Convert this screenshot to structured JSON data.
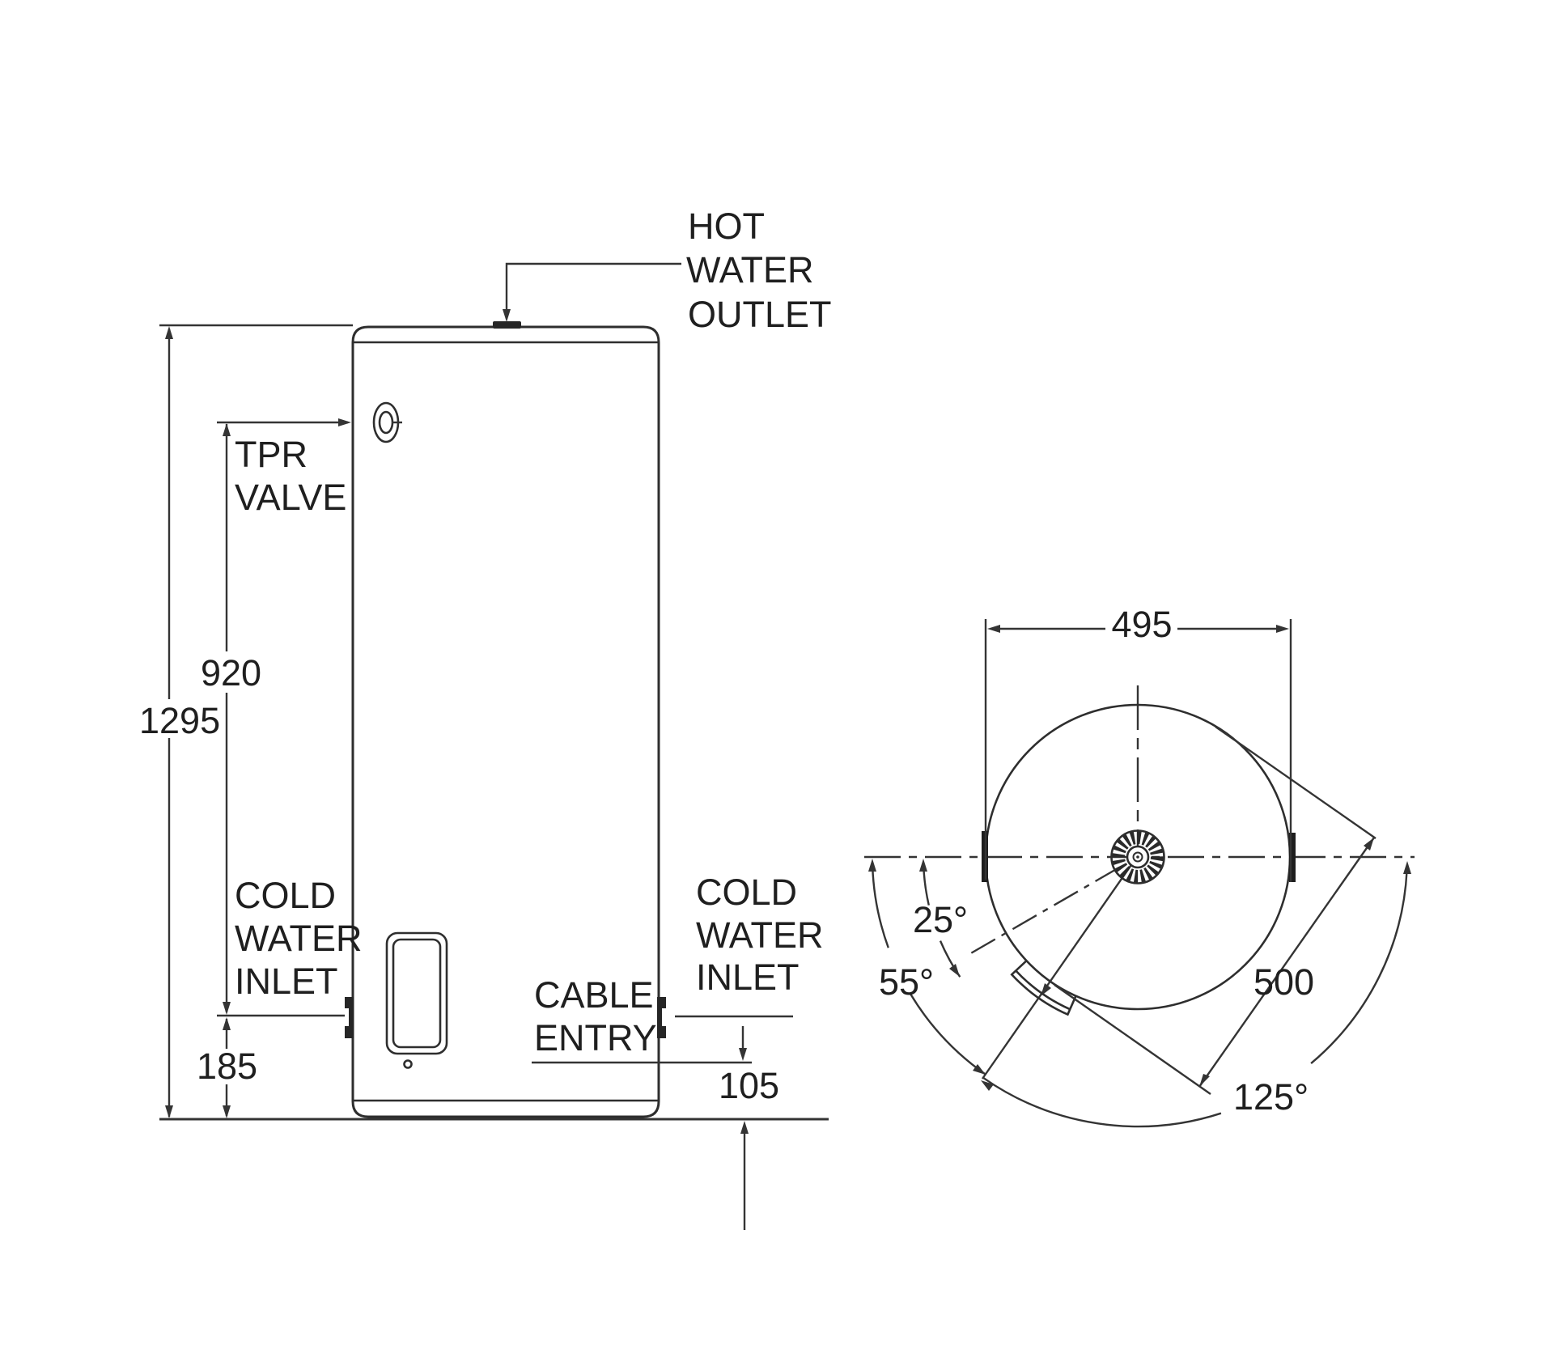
{
  "drawing": {
    "kind": "water-heater dimension diagram",
    "background": "#ffffff",
    "line_color": "#2e2e2e",
    "text_color": "#1f1f1f"
  },
  "side_view": {
    "labels": {
      "hot_water_outlet": [
        "HOT",
        "WATER",
        "OUTLET"
      ],
      "tpr_valve": [
        "TPR",
        "VALVE"
      ],
      "cold_water_inlet_left": [
        "COLD",
        "WATER",
        "INLET"
      ],
      "cold_water_inlet_right": [
        "COLD",
        "WATER",
        "INLET"
      ],
      "cable_entry": [
        "CABLE",
        "ENTRY"
      ]
    },
    "dimensions": {
      "overall_height": "1295",
      "tpr_valve_height": "920",
      "inlet_height": "185",
      "cable_entry_height": "105"
    },
    "icons": {
      "tpr_valve_icon": "concentric-ellipses",
      "element_access_panel_icon": "rounded-rectangle",
      "inlet_fitting_icon": "wall-nipple",
      "hot_water_outlet_icon": "top-boss"
    }
  },
  "top_view": {
    "dimensions": {
      "width_across_fittings": "495",
      "outer_diameter": "500"
    },
    "angles": {
      "inlet_offset": "25°",
      "element_offset": "55°",
      "element_sweep": "125°"
    },
    "icons": {
      "center_hub_icon": "hatched-ring",
      "element_flange_icon": "curved-tab"
    }
  }
}
